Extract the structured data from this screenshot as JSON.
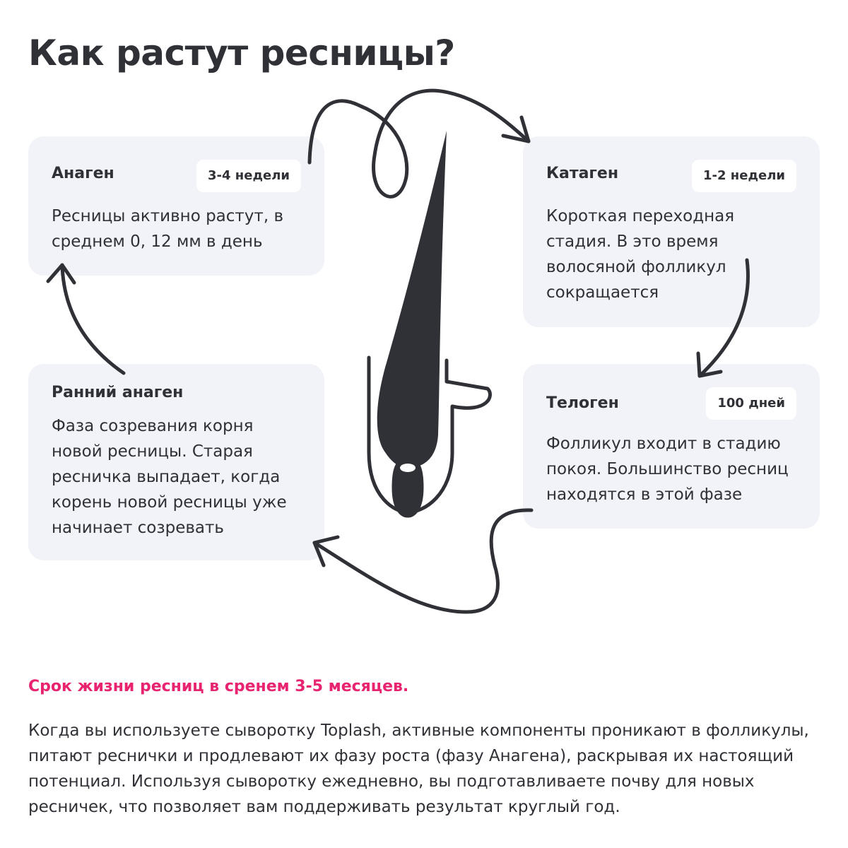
{
  "title": "Как растут ресницы?",
  "phases": {
    "anagen": {
      "name": "Анаген",
      "duration": "3-4 недели",
      "text": "Ресницы активно растут, в среднем 0, 12 мм в день"
    },
    "katagen": {
      "name": "Катаген",
      "duration": "1-2 недели",
      "text": "Короткая переходная стадия. В это время волосяной фолликул сокращается"
    },
    "telogen": {
      "name": "Телоген",
      "duration": "100 дней",
      "text": "Фолликул входит в стадию покоя. Большинство ресниц находятся в этой фазе"
    },
    "early_anagen": {
      "name": "Ранний анаген",
      "text": "Фаза созревания корня новой ресницы. Старая ресничка выпадает, когда корень новой ресницы уже начинает созревать"
    }
  },
  "lifespan": "Срок жизни ресниц в сренем 3-5 месяцев.",
  "description": "Когда вы используете сыворотку Toplash, активные компоненты проникают в фолликулы, питают реснички и продлевают их фазу роста (фазу Анагена), раскрывая их настоящий потенциал. Используя сыворотку ежедневно, вы подготавливаете почву для новых ресничек, что позволяет вам поддерживать результат круглый год.",
  "colors": {
    "text": "#2f3136",
    "accent": "#e8236f",
    "card_background": "#f1f3f8",
    "badge_background": "#ffffff"
  },
  "icons": [
    "eyelash-follicle-icon",
    "cycle-arrow-icon"
  ]
}
